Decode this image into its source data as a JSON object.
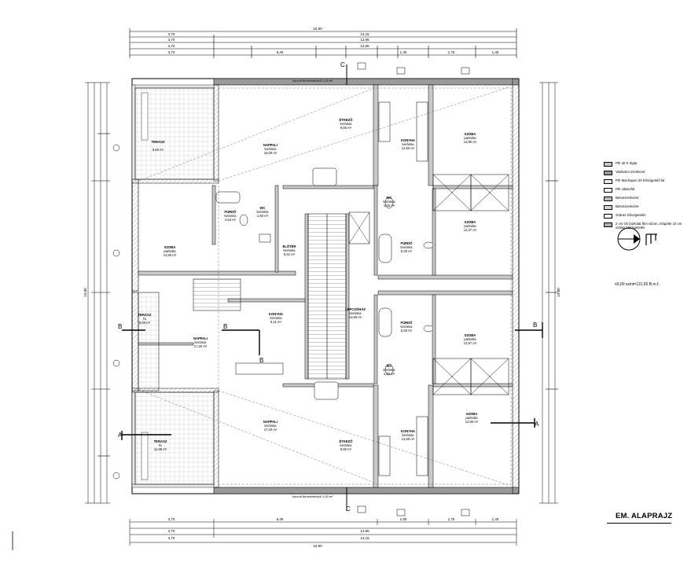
{
  "drawing": {
    "title": "EM. ALAPRAJZ",
    "elevation_note": "±0,00 szint=131,50 B.m.f.",
    "north_symbol": "north-arrow-icon"
  },
  "legend": [
    {
      "label": "Pth 30 K tégla",
      "fill": "#c9c9c9"
    },
    {
      "label": "Vasbeton szerkezet",
      "fill": "#9a9a9a"
    },
    {
      "label": "Pth Machapon 20 hőszigetelő fal",
      "fill": "#e8e8e8"
    },
    {
      "label": "Pth válaszfal",
      "fill": "#ffffff"
    },
    {
      "label": "Betonszerkezet",
      "fill": "#bdbdbd"
    },
    {
      "label": "Betonszerkezet",
      "fill": "#d6d6d6"
    },
    {
      "label": "Száraz hőszigetelés",
      "fill": "#f2f2f2"
    },
    {
      "label": "2 cm Gk burkolat fém vázon, mögötte 10 cm szálas hőszigetelés",
      "fill": "#b0b0b0"
    }
  ],
  "rooms": [
    {
      "name": "ÉTKEZŐ",
      "sub": "kerámia",
      "area": "9,60 m²"
    },
    {
      "name": "NAPPALI",
      "sub": "kerámia",
      "area": "18,00 m²"
    },
    {
      "name": "KONYHA",
      "sub": "kerámia",
      "area": "12,60 m²"
    },
    {
      "name": "SZOBA",
      "sub": "parketta",
      "area": "12,90 m²"
    },
    {
      "name": "TERASZ",
      "sub": "",
      "area": "9,60 m²"
    },
    {
      "name": "FÜRDŐ",
      "sub": "kerámia",
      "area": "4,54 m²"
    },
    {
      "name": "WC",
      "sub": "kerámia",
      "area": "1,60 m²"
    },
    {
      "name": "ELŐTÉR",
      "sub": "kerámia",
      "area": "6,61 m²"
    },
    {
      "name": "SZOBA",
      "sub": "parketta",
      "area": "12,60 m²"
    },
    {
      "name": "WC",
      "sub": "kerámia",
      "area": "1,56 m²"
    },
    {
      "name": "FÜRDŐ",
      "sub": "kerámia",
      "area": "5,30 m²"
    },
    {
      "name": "SZOBA",
      "sub": "parketta",
      "area": "12,37 m²"
    },
    {
      "name": "LÉPCSŐHÁZ",
      "sub": "kerámia",
      "area": "13,66 m²"
    },
    {
      "name": "KONYHA",
      "sub": "kerámia",
      "area": "9,11 m²"
    },
    {
      "name": "TERASZ",
      "sub": "fa",
      "area": "8,80 m²"
    },
    {
      "name": "NAPPALI",
      "sub": "kerámia",
      "area": "17,20 m²"
    },
    {
      "name": "FÜRDŐ",
      "sub": "kerámia",
      "area": "5,50 m²"
    },
    {
      "name": "SZOBA",
      "sub": "parketta",
      "area": "12,97 m²"
    },
    {
      "name": "WC",
      "sub": "kerámia",
      "area": "1,60 m²"
    },
    {
      "name": "TERASZ",
      "sub": "fa",
      "area": "11,58 m²"
    },
    {
      "name": "NAPPALI",
      "sub": "kerámia",
      "area": "17,20 m²"
    },
    {
      "name": "ÉTKEZŐ",
      "sub": "kerámia",
      "area": "9,60 m²"
    },
    {
      "name": "KONYHA",
      "sub": "kerámia",
      "area": "12,60 m²"
    },
    {
      "name": "SZOBA",
      "sub": "parketta",
      "area": "12,90 m²"
    }
  ],
  "section_markers": {
    "A": "A",
    "B": "B",
    "C": "C"
  },
  "dimensions": {
    "overall": "16,90",
    "top_row1": [
      "3,70",
      "13,15"
    ],
    "top_row2": [
      "3,70",
      "12,95"
    ],
    "top_row3": [
      "3,70",
      "12,95"
    ],
    "top_row4": [
      "3,70",
      "6,45",
      "1,30",
      "1,75",
      "1,45"
    ],
    "bottom_row1": [
      "3,70",
      "6,45",
      "1,90",
      "1,75",
      "1,45"
    ],
    "bottom_row2": [
      "3,70",
      "12,95"
    ],
    "bottom_row3": [
      "3,70",
      "13,15"
    ],
    "left_total": "19,80",
    "right_total": "19,80"
  },
  "notes": {
    "corridor_top": "korcolt fémelemtetvű 1,00 m²",
    "corridor_bottom": "korcolt fémelemtetvű 1,00 m²"
  }
}
